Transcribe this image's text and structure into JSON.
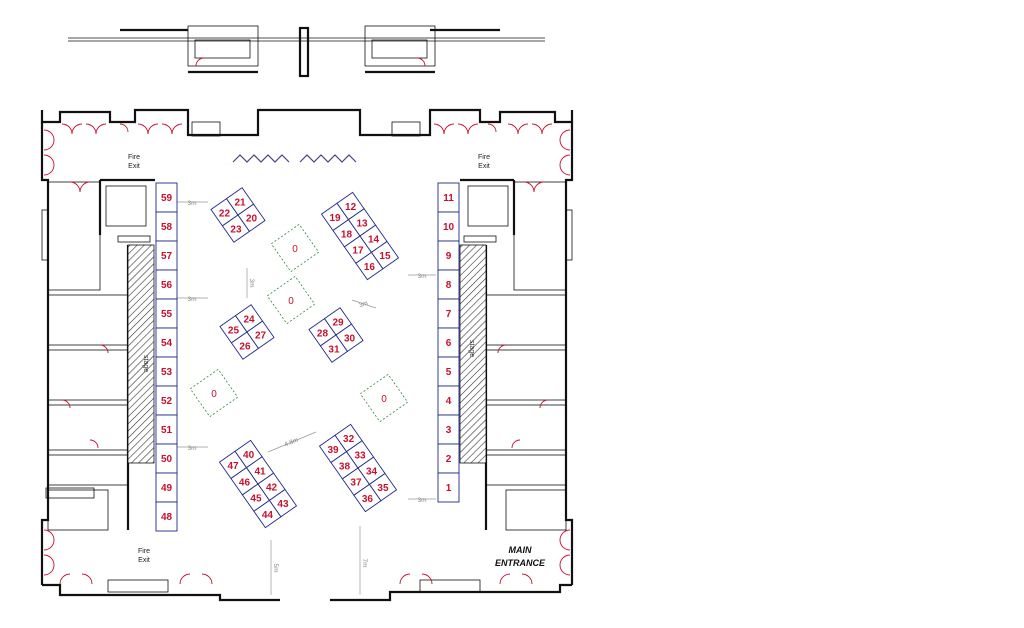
{
  "labels": {
    "fire_exit_top_left": [
      "Fire",
      "Exit"
    ],
    "fire_exit_top_right": [
      "Fire",
      "Exit"
    ],
    "fire_exit_bottom_left": [
      "Fire",
      "Exit"
    ],
    "main_entrance": [
      "MAIN",
      "ENTRANCE"
    ],
    "stage_left": "stage",
    "stage_right": "stage"
  },
  "dimensions": [
    "3m",
    "3m",
    "3m",
    "3m",
    "3m",
    "3m",
    "3m",
    "4.8m",
    "5m",
    "7m"
  ],
  "left_column_booths": [
    "59",
    "58",
    "57",
    "56",
    "55",
    "54",
    "53",
    "52",
    "51",
    "50",
    "49",
    "48"
  ],
  "right_column_booths": [
    "11",
    "10",
    "9",
    "8",
    "7",
    "6",
    "5",
    "4",
    "3",
    "2",
    "1"
  ],
  "island_groups": [
    [
      "22",
      "21",
      "23",
      "20"
    ],
    [
      "19",
      "12",
      "18",
      "13",
      "17",
      "14",
      "16",
      "15"
    ],
    [
      "25",
      "24",
      "26",
      "27"
    ],
    [
      "28",
      "29",
      "31",
      "30"
    ],
    [
      "47",
      "40",
      "46",
      "41",
      "45",
      "42",
      "44",
      "43"
    ],
    [
      "39",
      "32",
      "38",
      "33",
      "37",
      "34",
      "36",
      "35"
    ]
  ],
  "zones": [
    "0",
    "0",
    "0",
    "0"
  ],
  "colors": {
    "booth_outline": "#1f2a8c",
    "booth_number": "#c8102e",
    "zone_outline": "#2e8b3e",
    "door_swing": "#c8102e",
    "wall": "#111111",
    "dimension": "#999999"
  }
}
